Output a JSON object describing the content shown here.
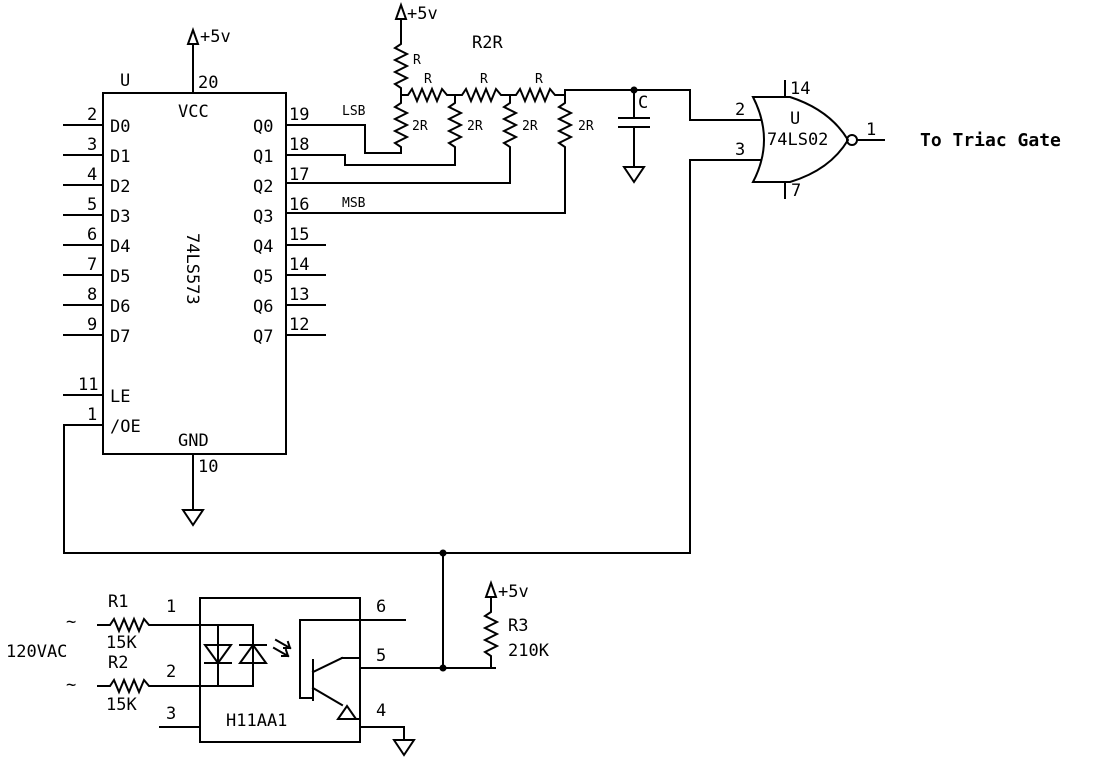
{
  "latch": {
    "ref": "U",
    "part": "74LS573",
    "vcc_label": "VCC",
    "gnd_label": "GND",
    "vcc_pin": "20",
    "gnd_pin": "10",
    "inputs": [
      {
        "pin": "2",
        "name": "D0"
      },
      {
        "pin": "3",
        "name": "D1"
      },
      {
        "pin": "4",
        "name": "D2"
      },
      {
        "pin": "5",
        "name": "D3"
      },
      {
        "pin": "6",
        "name": "D4"
      },
      {
        "pin": "7",
        "name": "D5"
      },
      {
        "pin": "8",
        "name": "D6"
      },
      {
        "pin": "9",
        "name": "D7"
      }
    ],
    "outputs": [
      {
        "pin": "19",
        "name": "Q0"
      },
      {
        "pin": "18",
        "name": "Q1"
      },
      {
        "pin": "17",
        "name": "Q2"
      },
      {
        "pin": "16",
        "name": "Q3"
      },
      {
        "pin": "15",
        "name": "Q4"
      },
      {
        "pin": "14",
        "name": "Q5"
      },
      {
        "pin": "13",
        "name": "Q6"
      },
      {
        "pin": "12",
        "name": "Q7"
      }
    ],
    "le_pin": "11",
    "le_label": "LE",
    "oe_pin": "1",
    "oe_label": "/OE"
  },
  "power": {
    "vplus": "+5v"
  },
  "ladder": {
    "title": "R2R",
    "r": "R",
    "r2": "2R",
    "lsb": "LSB",
    "msb": "MSB",
    "cap": "C"
  },
  "gate": {
    "ref": "U",
    "part": "74LS02",
    "pin_vcc": "14",
    "pin_gnd": "7",
    "pin_in_a": "2",
    "pin_in_b": "3",
    "pin_out": "1",
    "output_label": "To Triac Gate"
  },
  "opto": {
    "part": "H11AA1",
    "pins": [
      "1",
      "2",
      "3",
      "4",
      "5",
      "6"
    ],
    "r1_ref": "R1",
    "r1_val": "15K",
    "r2_ref": "R2",
    "r2_val": "15K",
    "r3_ref": "R3",
    "r3_val": "210K",
    "ac_label": "120VAC",
    "ac_symbol": "~"
  }
}
